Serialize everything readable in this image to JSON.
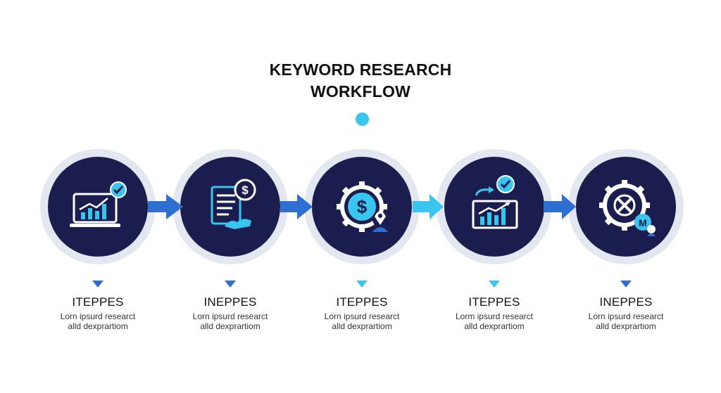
{
  "title": {
    "line1": "KEYWORD RESEARCH",
    "line2": "WORKFLOW"
  },
  "colors": {
    "navy": "#1b1d4f",
    "ring": "#e3e7ef",
    "accent": "#39c6ee",
    "blue": "#2f6fd1",
    "text": "#111111"
  },
  "steps": [
    {
      "label": "ITEPPES",
      "desc_line1": "Lorn ipsurd researct",
      "desc_line2": "alld dexprartiom",
      "icon": "laptop-chart-check-icon",
      "marker_color": "#2f6fd1"
    },
    {
      "label": "INEPPES",
      "desc_line1": "Lorn ipsurd researct",
      "desc_line2": "alld dexprartiom",
      "icon": "document-dollar-icon",
      "marker_color": "#2f6fd1"
    },
    {
      "label": "ITEPPES",
      "desc_line1": "Lorn ipsurd researct",
      "desc_line2": "alld dexprartiom",
      "icon": "gear-dollar-user-icon",
      "marker_color": "#39c6ee"
    },
    {
      "label": "ITEPPES",
      "desc_line1": "Lorm ipsurd researct",
      "desc_line2": "alld dexprartiom",
      "icon": "chart-trend-check-icon",
      "marker_color": "#39c6ee"
    },
    {
      "label": "INEPPES",
      "desc_line1": "Lorn ipsurd researct",
      "desc_line2": "alld dexprartiom",
      "icon": "gear-cross-user-icon",
      "marker_color": "#2f6fd1"
    }
  ],
  "arrows": [
    {
      "color": "#2f6fd1"
    },
    {
      "color": "#2f6fd1"
    },
    {
      "color": "#39c6ee"
    },
    {
      "color": "#2f6fd1"
    }
  ]
}
